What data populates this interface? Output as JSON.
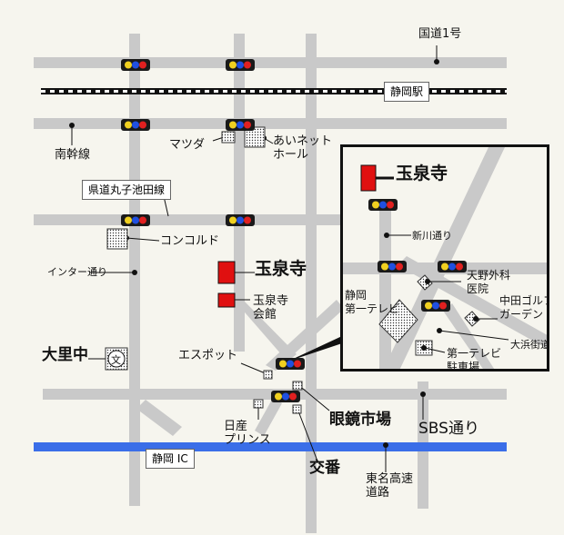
{
  "colors": {
    "background": "#f6f5ee",
    "road": "#c9c9c9",
    "expressway": "#3a6ee8",
    "temple": "#e01010",
    "railway": "#111111"
  },
  "labels": {
    "kokudo1": "国道1号",
    "shizuoka_station": "静岡駅",
    "minami_kansen": "南幹線",
    "mazda": "マツダ",
    "ai_net_hall": "あいネット\nホール",
    "maruko_ikeda": "県道丸子池田線",
    "concorde": "コンコルド",
    "inter_dori": "インター通り",
    "gyokusenji": "玉泉寺",
    "gyokusenji_hall": "玉泉寺\n会館",
    "ohrinaka": "大里中",
    "school_symbol": "文",
    "espot": "エスポット",
    "nissan": "日産\nプリンス",
    "megane": "眼鏡市場",
    "koban": "交番",
    "sbs_dori": "SBS通り",
    "shizuoka_ic": "静岡 IC",
    "tomei": "東名高速\n道路"
  },
  "inset": {
    "gyokusenji": "玉泉寺",
    "shinkawa": "新川通り",
    "amano_clinic": "天野外科\n医院",
    "shizuoka_tv": "静岡\n第一テレビ",
    "nakata_golf": "中田ゴルフ\nガーデン",
    "ohama_kaido": "大浜街道",
    "tv_parking": "第一テレビ\n駐車場"
  }
}
